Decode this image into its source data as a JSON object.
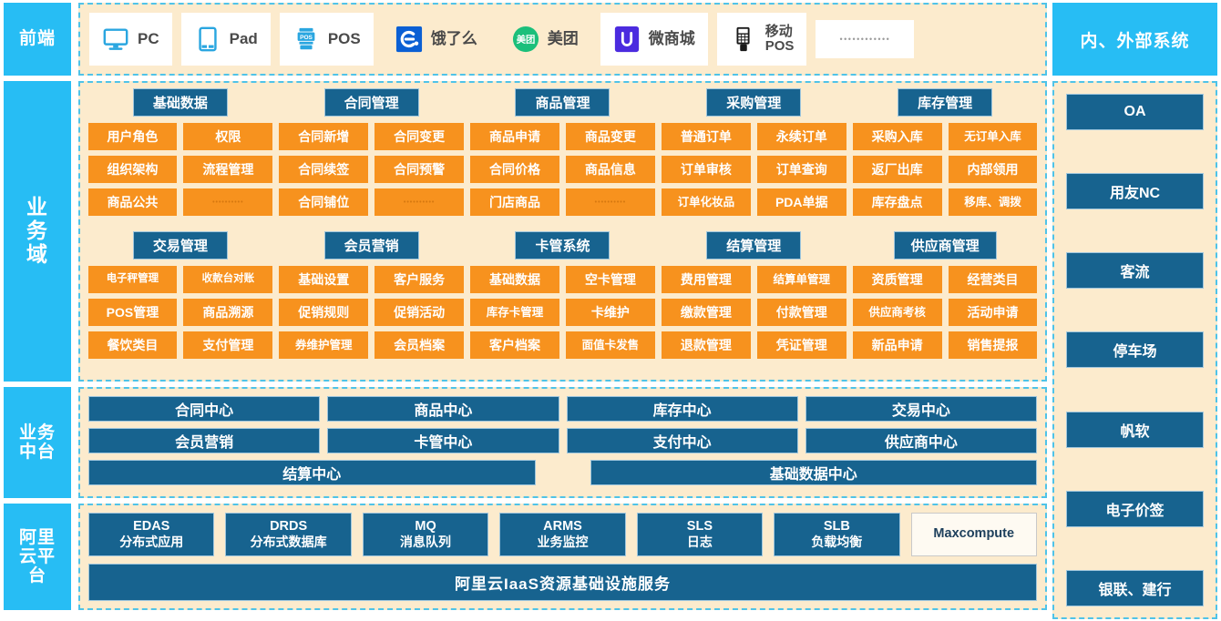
{
  "rail": {
    "items": [
      {
        "id": "frontend",
        "label": "前端"
      },
      {
        "id": "business-domain",
        "label": "业务域"
      },
      {
        "id": "business-middle-platform",
        "label": "业务中台"
      },
      {
        "id": "aliyun-platform",
        "label": "阿里云平台"
      }
    ]
  },
  "frontend": {
    "channels": [
      {
        "label": "PC",
        "icon": "monitor-icon"
      },
      {
        "label": "Pad",
        "icon": "tablet-icon"
      },
      {
        "label": "POS",
        "icon": "pos-terminal-icon"
      },
      {
        "label": "饿了么",
        "icon": "eleme-logo-icon"
      },
      {
        "label": "美团",
        "icon": "meituan-logo-icon"
      },
      {
        "label": "微商城",
        "icon": "weishangcheng-logo-icon"
      },
      {
        "label": "移动POS",
        "label_l1": "移动",
        "label_l2": "POS",
        "icon": "mobile-pos-icon"
      }
    ],
    "placeholder": "••••••••••••"
  },
  "business_domain": {
    "groups": [
      {
        "title": "基础数据",
        "cells": [
          "用户角色",
          "权限",
          "组织架构",
          "流程管理",
          "商品公共",
          ""
        ]
      },
      {
        "title": "合同管理",
        "cells": [
          "合同新增",
          "合同变更",
          "合同续签",
          "合同预警",
          "合同铺位",
          ""
        ]
      },
      {
        "title": "商品管理",
        "cells": [
          "商品申请",
          "商品变更",
          "合同价格",
          "商品信息",
          "门店商品",
          ""
        ]
      },
      {
        "title": "采购管理",
        "cells": [
          "普通订单",
          "永续订单",
          "订单审核",
          "订单查询",
          "订单化妆品",
          "PDA单据"
        ]
      },
      {
        "title": "库存管理",
        "cells": [
          "采购入库",
          "无订单入库",
          "返厂出库",
          "内部领用",
          "库存盘点",
          "移库、调拨"
        ]
      },
      {
        "title": "交易管理",
        "cells": [
          "电子秤管理",
          "收款台对账",
          "POS管理",
          "商品溯源",
          "餐饮类目",
          "支付管理"
        ]
      },
      {
        "title": "会员营销",
        "cells": [
          "基础设置",
          "客户服务",
          "促销规则",
          "促销活动",
          "券维护管理",
          "会员档案"
        ]
      },
      {
        "title": "卡管系统",
        "cells": [
          "基础数据",
          "空卡管理",
          "库存卡管理",
          "卡维护",
          "客户档案",
          "面值卡发售"
        ]
      },
      {
        "title": "结算管理",
        "cells": [
          "费用管理",
          "结算单管理",
          "缴款管理",
          "付款管理",
          "退款管理",
          "凭证管理"
        ]
      },
      {
        "title": "供应商管理",
        "cells": [
          "资质管理",
          "经营类目",
          "供应商考核",
          "活动申请",
          "新品申请",
          "销售提报"
        ]
      }
    ]
  },
  "middle_platform": {
    "row1": [
      "合同中心",
      "商品中心",
      "库存中心",
      "交易中心"
    ],
    "row2": [
      "会员营销",
      "卡管中心",
      "支付中心",
      "供应商中心"
    ],
    "row3": [
      "结算中心",
      "基础数据中心"
    ]
  },
  "cloud": {
    "services": [
      {
        "name": "EDAS",
        "desc": "分布式应用"
      },
      {
        "name": "DRDS",
        "desc": "分布式数据库"
      },
      {
        "name": "MQ",
        "desc": "消息队列"
      },
      {
        "name": "ARMS",
        "desc": "业务监控"
      },
      {
        "name": "SLS",
        "desc": "日志"
      },
      {
        "name": "SLB",
        "desc": "负载均衡"
      },
      {
        "name": "Maxcompute",
        "desc": ""
      }
    ],
    "base": "阿里云IaaS资源基础设施服务"
  },
  "external": {
    "title": "内、外部系统",
    "items": [
      "OA",
      "用友NC",
      "客流",
      "停车场",
      "帆软",
      "电子价签",
      "银联、建行"
    ]
  },
  "colors": {
    "rail_blue": "#27bdf4",
    "band_bg": "#fcebcd",
    "band_border": "#4fc3e8",
    "orange": "#f7921e",
    "deep_blue": "#17638f"
  }
}
